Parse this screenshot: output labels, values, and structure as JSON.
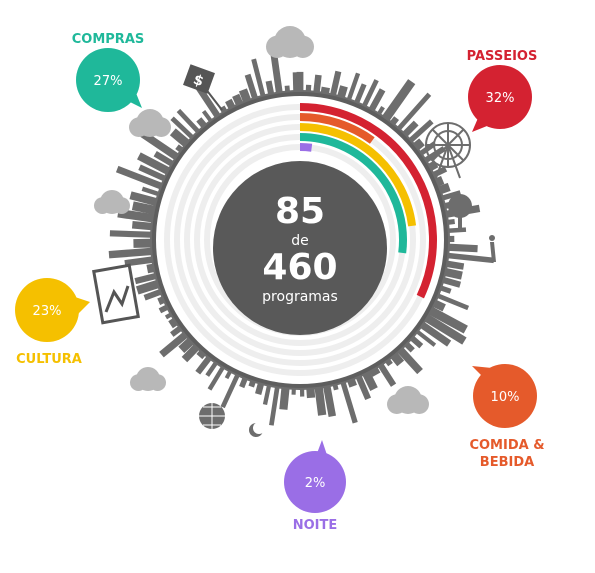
{
  "chart_data": {
    "type": "radial-bar",
    "center": {
      "count": "85",
      "of": "de",
      "total": "460",
      "unit": "programas"
    },
    "categories": [
      {
        "key": "passeios",
        "label": "PASSEIOS",
        "value": 32,
        "percent_label": "32%",
        "color": "#d42231"
      },
      {
        "key": "comida",
        "label_lines": [
          "COMIDA &",
          "BEBIDA"
        ],
        "value": 10,
        "percent_label": "10%",
        "color": "#e55a2b"
      },
      {
        "key": "cultura",
        "label": "CULTURA",
        "value": 23,
        "percent_label": "23%",
        "color": "#f5c000"
      },
      {
        "key": "compras",
        "label": "COMPRAS",
        "value": 27,
        "percent_label": "27%",
        "color": "#1fb89a"
      },
      {
        "key": "noite",
        "label": "NOITE",
        "value": 2,
        "percent_label": "2%",
        "color": "#9a6ee6"
      }
    ],
    "colors": {
      "skyline": "#6d6d6d",
      "center_disc": "#595959",
      "track": "#eeeeee"
    }
  }
}
